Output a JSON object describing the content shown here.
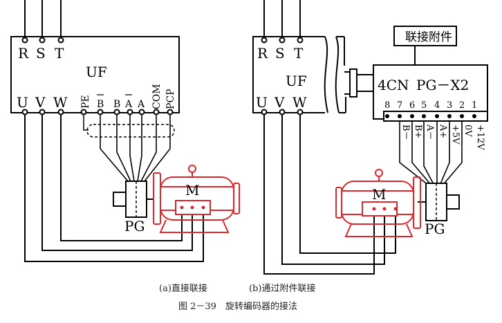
{
  "colors": {
    "line": "#000000",
    "motor": "#e0262b",
    "background": "#ffffff"
  },
  "left": {
    "inputs": [
      "R",
      "S",
      "T"
    ],
    "inverter_label": "UF",
    "outputs": [
      "U",
      "V",
      "W"
    ],
    "signals": [
      "PE",
      "B",
      "B",
      "A",
      "A",
      "COM",
      "PCP"
    ],
    "motor_label": "M",
    "encoder_label": "PG"
  },
  "right": {
    "inputs": [
      "R",
      "S",
      "T"
    ],
    "inverter_label": "UF",
    "outputs": [
      "U",
      "V",
      "W"
    ],
    "attachment_title": "联接附件",
    "board_label_left": "4CN",
    "board_label_right": "PG－X2",
    "pin_numbers": [
      "8",
      "7",
      "6",
      "5",
      "4",
      "3",
      "2",
      "1"
    ],
    "pin_signals": [
      "B－",
      "B+",
      "A－",
      "A+",
      "+5V",
      "0V",
      "+12V"
    ],
    "motor_label": "M",
    "encoder_label": "PG"
  },
  "captions": {
    "sub_a": "(a)直接联接",
    "sub_b": "(b)通过附件联接",
    "figure": "图 2－39　旋转编码器的接法"
  }
}
